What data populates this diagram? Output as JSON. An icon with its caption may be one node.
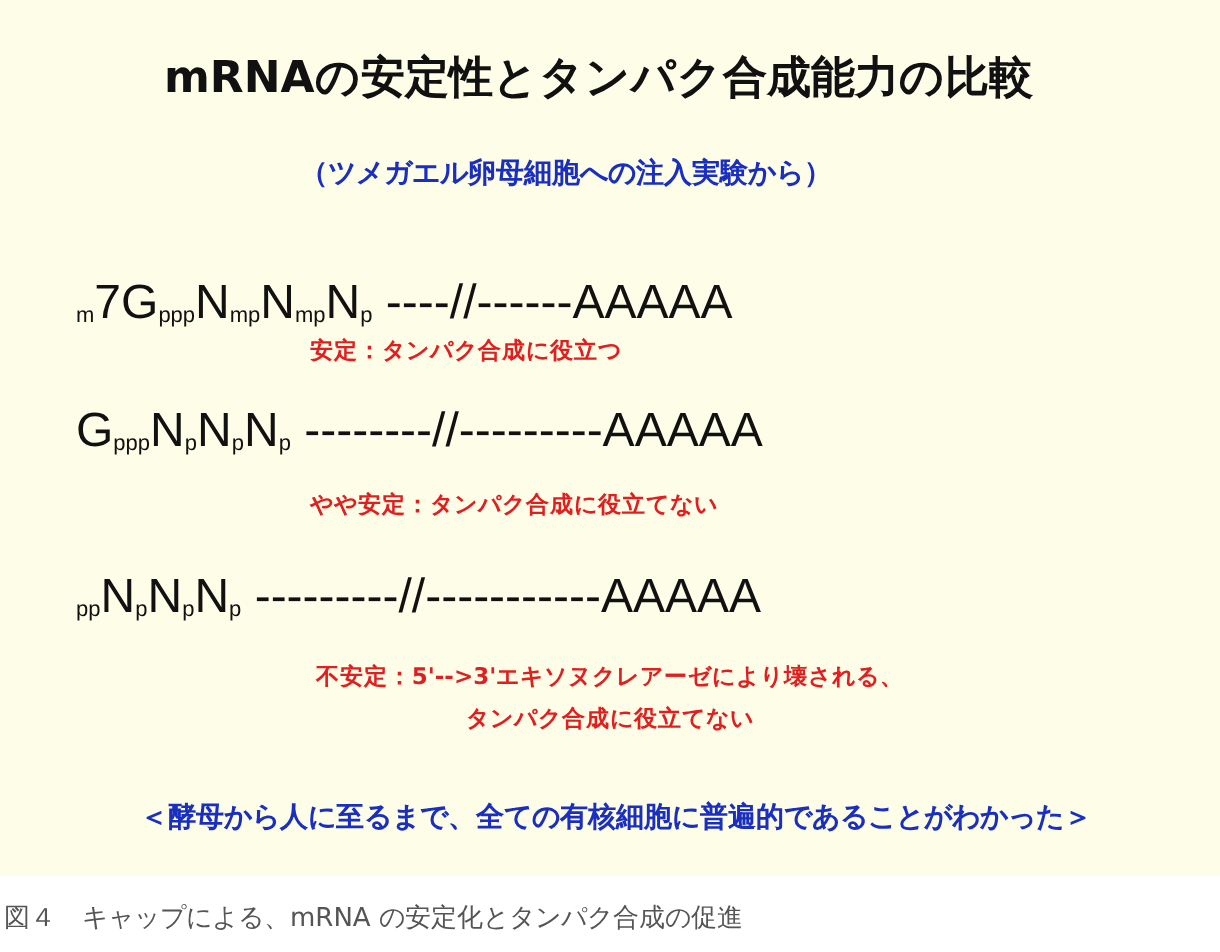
{
  "diagram": {
    "title": "mRNAの安定性とタンパク合成能力の比較",
    "caption": "図４　キャップによる、mRNA の安定化とタンパク合成の促進",
    "labels": [
      "（ツメガエル卵母細胞への注入実験から）",
      "$_{m}$7G$_{ppp}$N$_{mp}$N$_{mp}$N$_{p}$ ----//------AAAAA",
      "安定：タンパク合成に役立つ",
      "G$_{ppp}$N$_{p}$N$_{p}$N$_{p}$ --------//---------AAAAA",
      "やや安定：タンパク合成に役立てない",
      "$_{pp}$N$_{p}$N$_{p}$N$_{p}$ ---------//-----------AAAAA",
      "不安定：5'-->3'エキソヌクレアーゼにより壊される、タンパク合成に役立てない",
      "＜酵母から人に至るまで、全ての有核細胞に普遍的であることがわかった＞"
    ]
  }
}
